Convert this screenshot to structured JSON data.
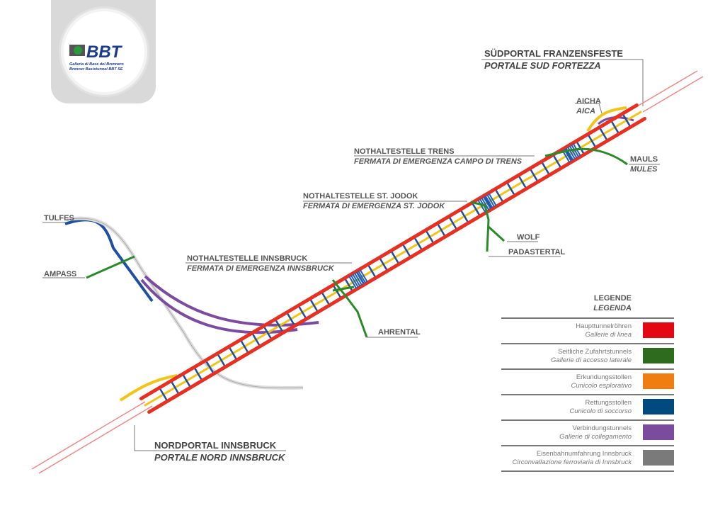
{
  "logo": {
    "brand": "BBT",
    "line1": "Galleria di Base del Brennero",
    "line2": "Brenner Basistunnel BBT SE"
  },
  "labels": {
    "south_portal": {
      "de": "SÜDPORTAL FRANZENSFESTE",
      "it": "PORTALE SUD FORTEZZA"
    },
    "north_portal": {
      "de": "NORDPORTAL INNSBRUCK",
      "it": "PORTALE NORD INNSBRUCK"
    },
    "aicha": {
      "de": "AICHA",
      "it": "AICA"
    },
    "mauls": {
      "de": "MAULS",
      "it": "MULES"
    },
    "trens": {
      "de": "NOTHALTESTELLE TRENS",
      "it": "FERMATA DI EMERGENZA CAMPO DI TRENS"
    },
    "jodok": {
      "de": "NOTHALTESTELLE ST. JODOK",
      "it": "FERMATA DI EMERGENZA ST. JODOK"
    },
    "innsbruck": {
      "de": "NOTHALTESTELLE INNSBRUCK",
      "it": "FERMATA DI EMERGENZA INNSBRUCK"
    },
    "wolf": "WOLF",
    "padastertal": "PADASTERTAL",
    "ahrental": "AHRENTAL",
    "tulfes": "TULFES",
    "ampass": "AMPASS"
  },
  "legend": {
    "title_de": "LEGENDE",
    "title_it": "LEGENDA",
    "items": [
      {
        "de": "Haupttunnelröhren",
        "it": "Gallerie di linea",
        "color": "#e30613"
      },
      {
        "de": "Seitliche Zufahrtstunnels",
        "it": "Gallerie di accesso laterale",
        "color": "#2e6b1f"
      },
      {
        "de": "Erkundungsstollen",
        "it": "Cunicolo esplorativo",
        "color": "#f07d0f"
      },
      {
        "de": "Rettungsstollen",
        "it": "Cunicolo di soccorso",
        "color": "#004a80"
      },
      {
        "de": "Verbindungstunnels",
        "it": "Gallerie di collegamento",
        "color": "#7b4b9e"
      },
      {
        "de": "Eisenbahnumfahrung Innsbruck",
        "it": "Circonvallazione ferroviaria di Innsbruck",
        "color": "#7a7a7a"
      }
    ]
  }
}
